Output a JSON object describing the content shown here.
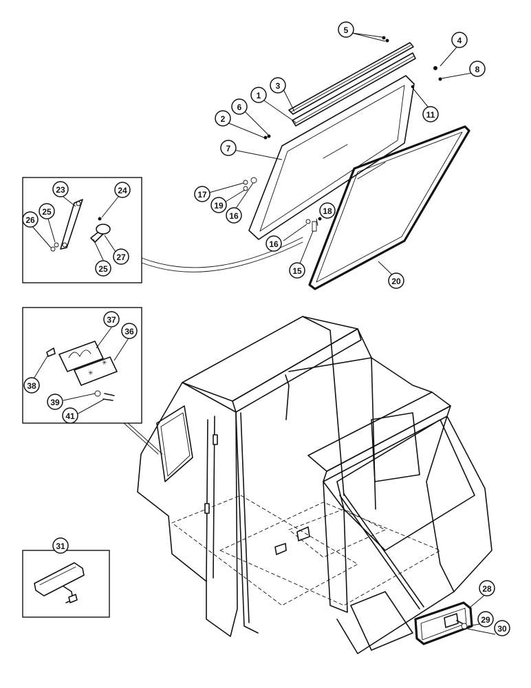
{
  "callouts": [
    "1",
    "2",
    "3",
    "4",
    "5",
    "6",
    "7",
    "8",
    "11",
    "15",
    "16",
    "16",
    "17",
    "18",
    "19",
    "20",
    "23",
    "24",
    "25",
    "25",
    "26",
    "27",
    "28",
    "29",
    "30",
    "31",
    "36",
    "37",
    "38",
    "39",
    "41"
  ]
}
